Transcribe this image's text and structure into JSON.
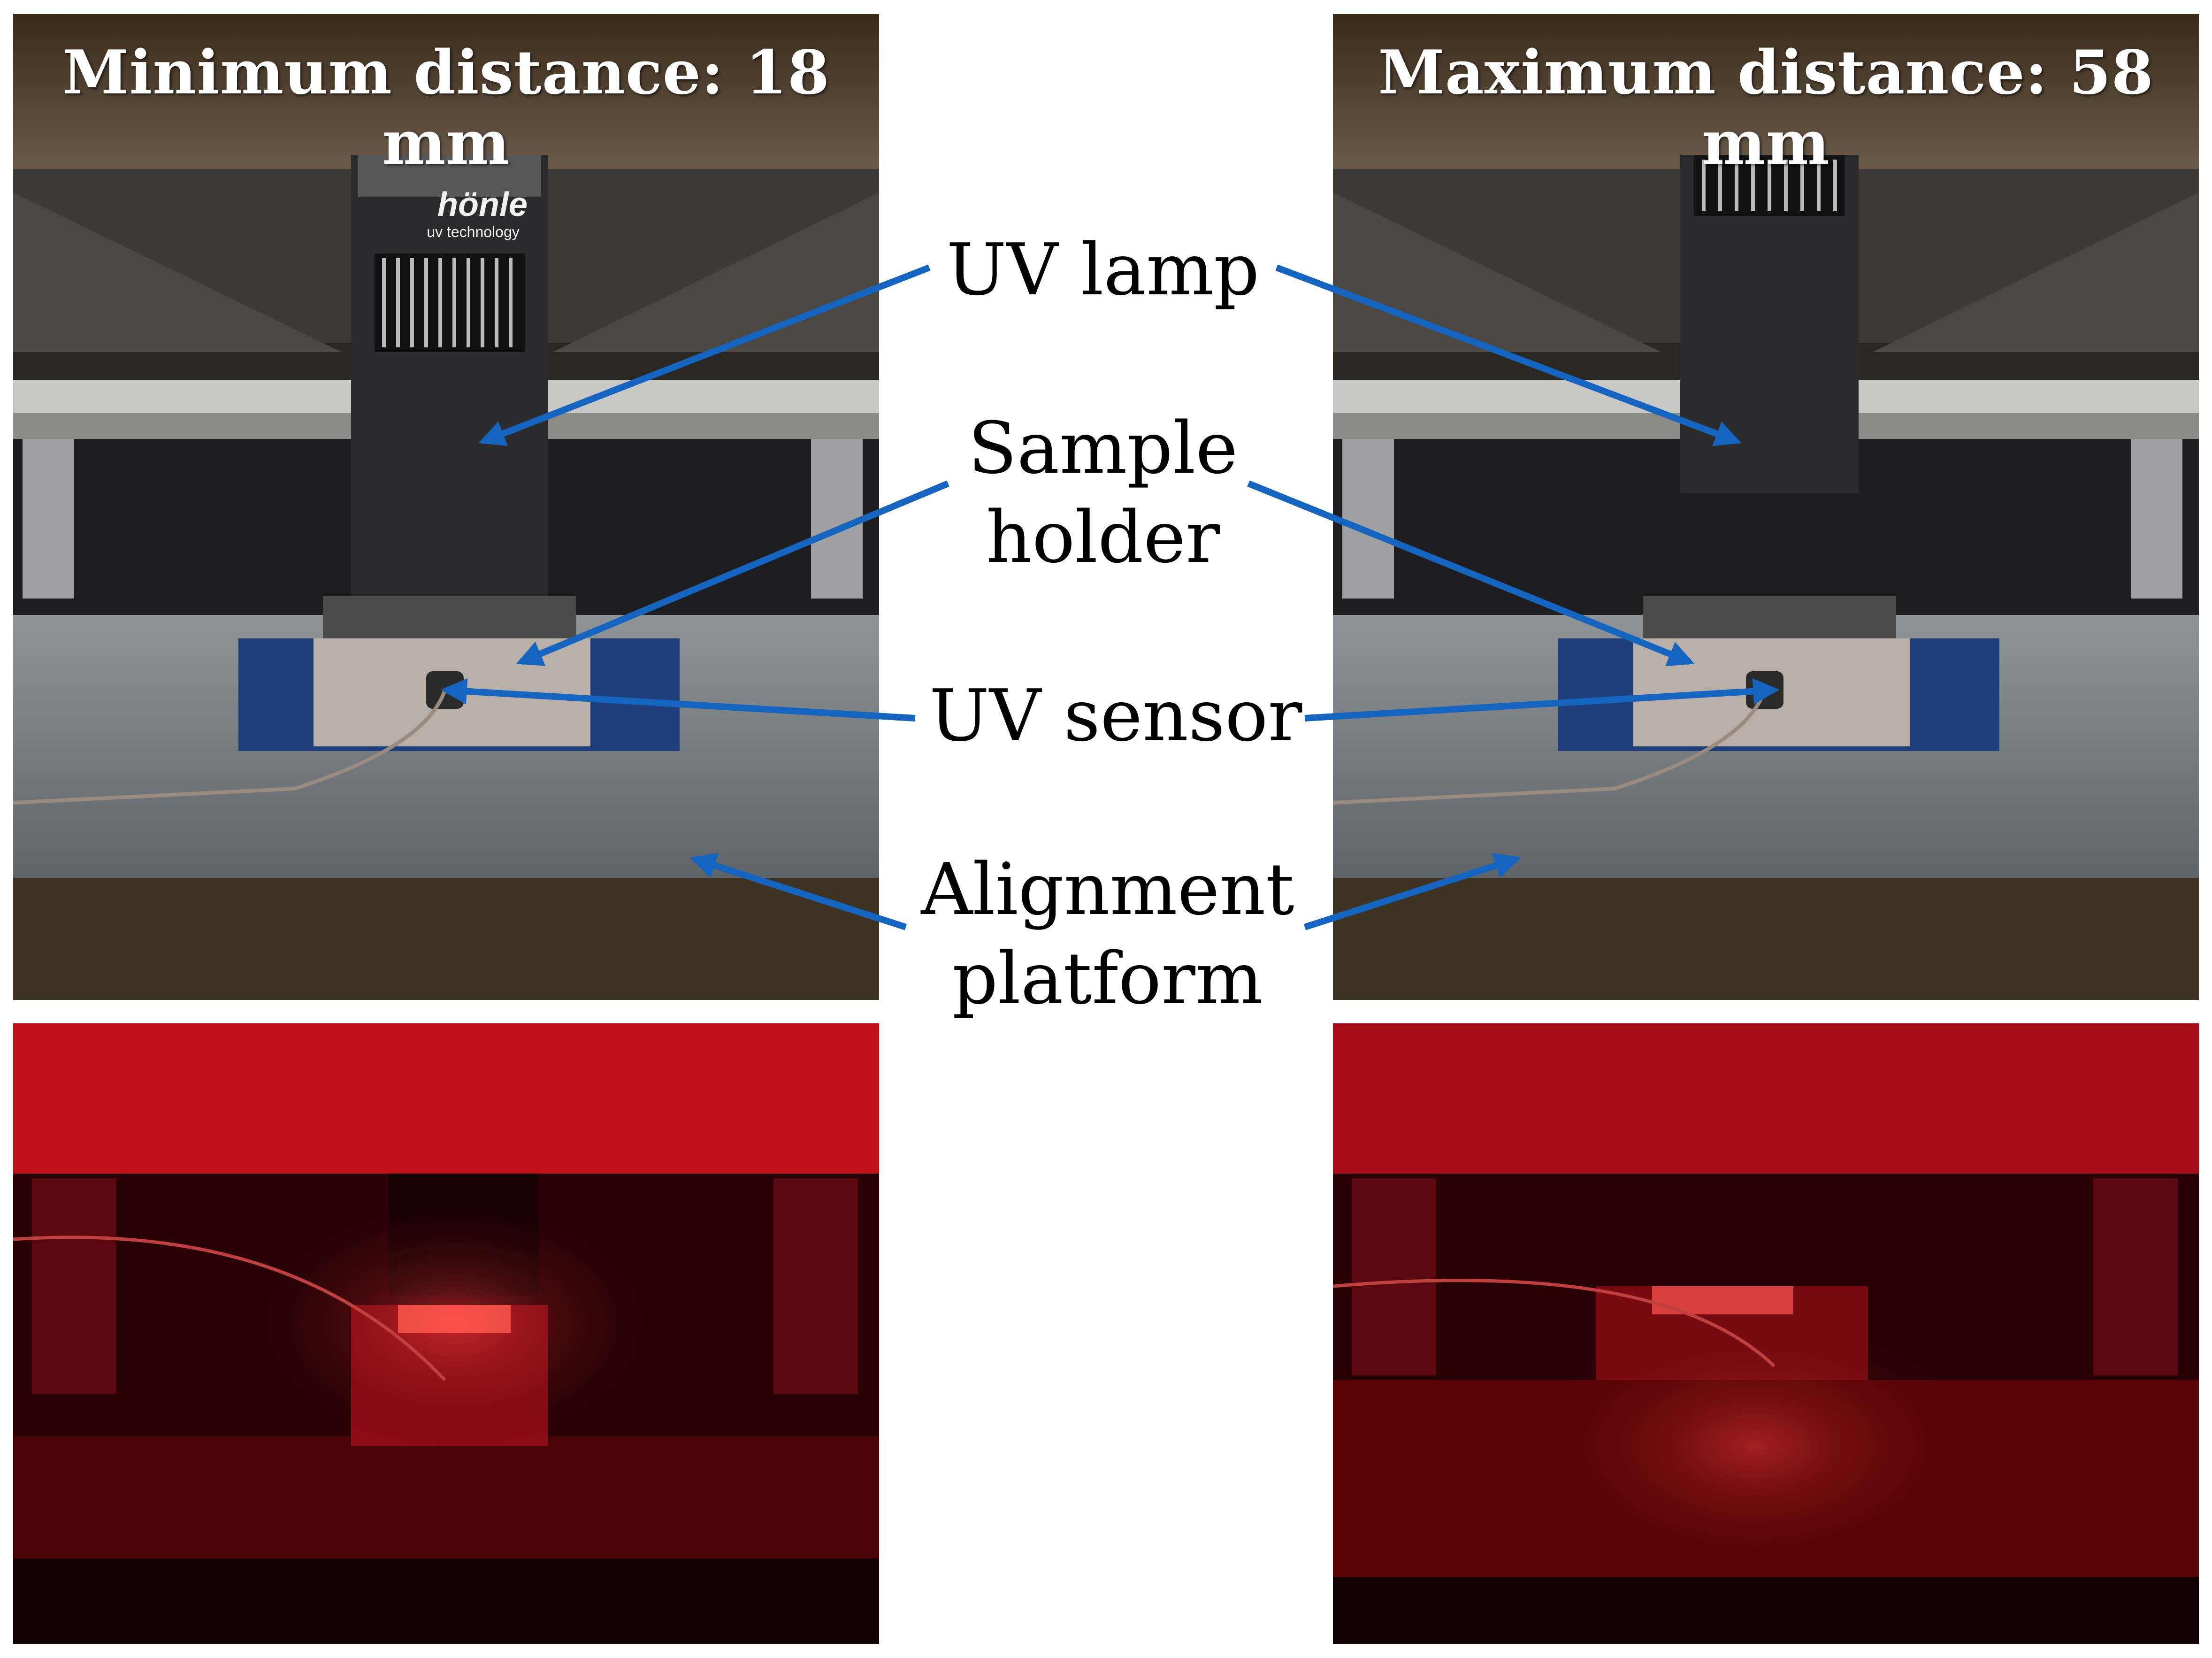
{
  "panels": {
    "top_left_title": "Minimum distance: 18 mm",
    "top_right_title": "Maximum distance: 58 mm",
    "lamp_brand": "hönle",
    "lamp_brand_sub": "uv technology"
  },
  "labels": {
    "uv_lamp": "UV lamp",
    "sample_holder_line1": "Sample",
    "sample_holder_line2": "holder",
    "uv_sensor": "UV sensor",
    "alignment_line1": "Alignment",
    "alignment_line2": "platform"
  },
  "colors": {
    "arrow": "#1565c0",
    "red_light": "#e0101e"
  }
}
